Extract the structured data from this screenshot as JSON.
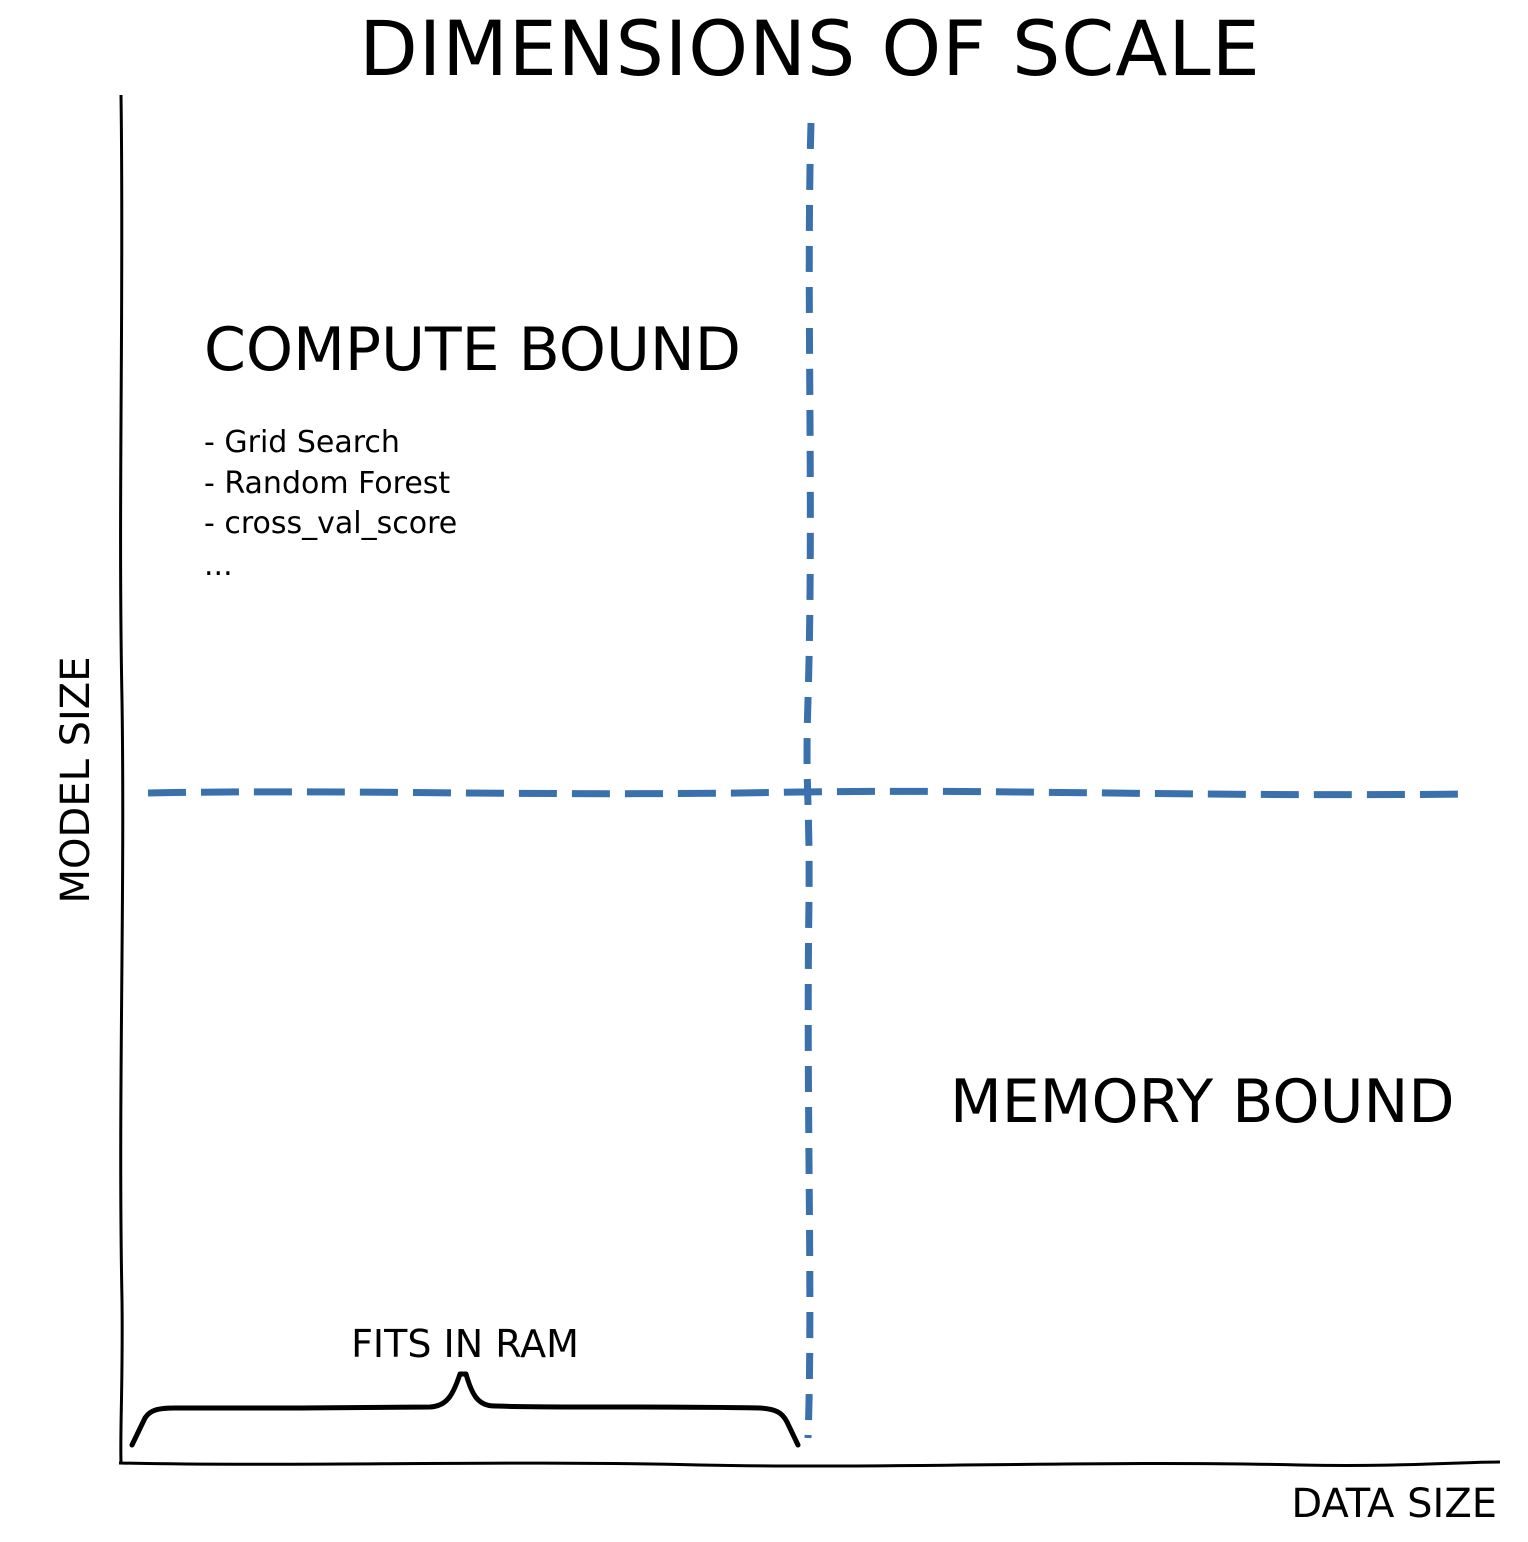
{
  "diagram": {
    "title": "DIMENSIONS OF SCALE",
    "x_axis_label": "DATA SIZE",
    "y_axis_label": "MODEL SIZE",
    "compute_quadrant": {
      "label": "COMPUTE BOUND",
      "items": [
        "- Grid Search",
        "- Random Forest",
        "- cross_val_score",
        "..."
      ]
    },
    "memory_quadrant": {
      "label": "MEMORY BOUND"
    },
    "brace_label": "FITS IN RAM",
    "colors": {
      "divider": "#3a70ac",
      "ink": "#000000",
      "background": "#ffffff"
    }
  }
}
